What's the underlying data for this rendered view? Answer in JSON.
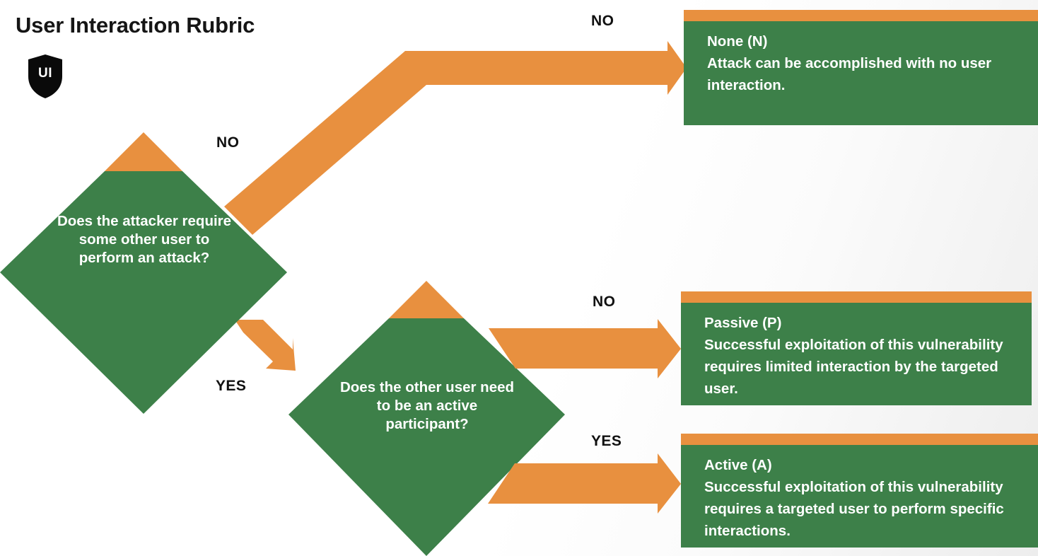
{
  "page": {
    "title": "User Interaction Rubric",
    "logo": {
      "icon": "shield-icon",
      "label": "UI"
    },
    "colors": {
      "green": "#3d8049",
      "orange": "#e8903f",
      "text_dark": "#111111",
      "text_light": "#ffffff"
    }
  },
  "decisions": [
    {
      "id": "decision-attacker-requires-user",
      "question": "Does the attacker require some other user to perform an attack?"
    },
    {
      "id": "decision-active-participant",
      "question": "Does the other user need to be an active participant?"
    }
  ],
  "branch_labels": {
    "no_1": "NO",
    "no_2": "NO",
    "yes_1": "YES",
    "no_3": "NO",
    "yes_2": "YES"
  },
  "outcomes": [
    {
      "id": "outcome-none",
      "heading": "None (N)",
      "description": "Attack can be accomplished with no user interaction."
    },
    {
      "id": "outcome-passive",
      "heading": "Passive (P)",
      "description": "Successful exploitation of this vulnerability requires limited interaction by the targeted user."
    },
    {
      "id": "outcome-active",
      "heading": "Active (A)",
      "description": "Successful exploitation of this vulnerability requires a targeted user to perform specific interactions."
    }
  ]
}
